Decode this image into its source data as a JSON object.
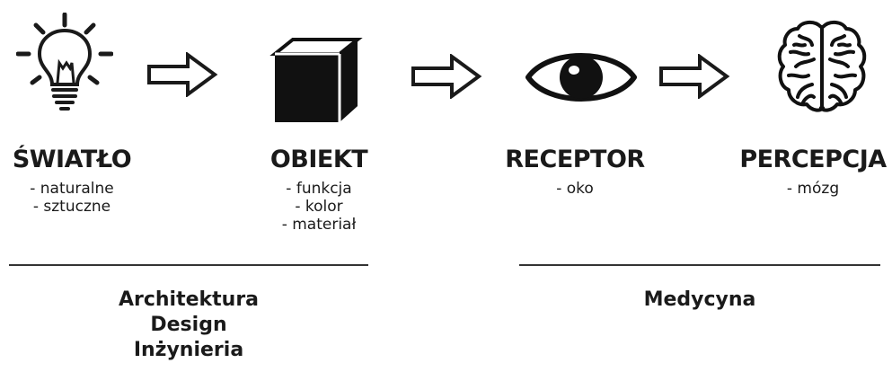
{
  "stages": [
    {
      "icon": "lightbulb-icon",
      "title": "ŚWIATŁO",
      "items": [
        "- naturalne",
        "- sztuczne"
      ]
    },
    {
      "icon": "cube-icon",
      "title": "OBIEKT",
      "items": [
        "- funkcja",
        "- kolor",
        "- materiał"
      ]
    },
    {
      "icon": "eye-icon",
      "title": "RECEPTOR",
      "items": [
        "- oko"
      ]
    },
    {
      "icon": "brain-icon",
      "title": "PERCEPCJA",
      "items": [
        "- mózg"
      ]
    }
  ],
  "arrows": [
    "right-arrow-icon",
    "right-arrow-icon",
    "right-arrow-icon"
  ],
  "groups": [
    {
      "lines": [
        "Architektura",
        "Design",
        "Inżynieria"
      ]
    },
    {
      "lines": [
        "Medycyna"
      ]
    }
  ]
}
